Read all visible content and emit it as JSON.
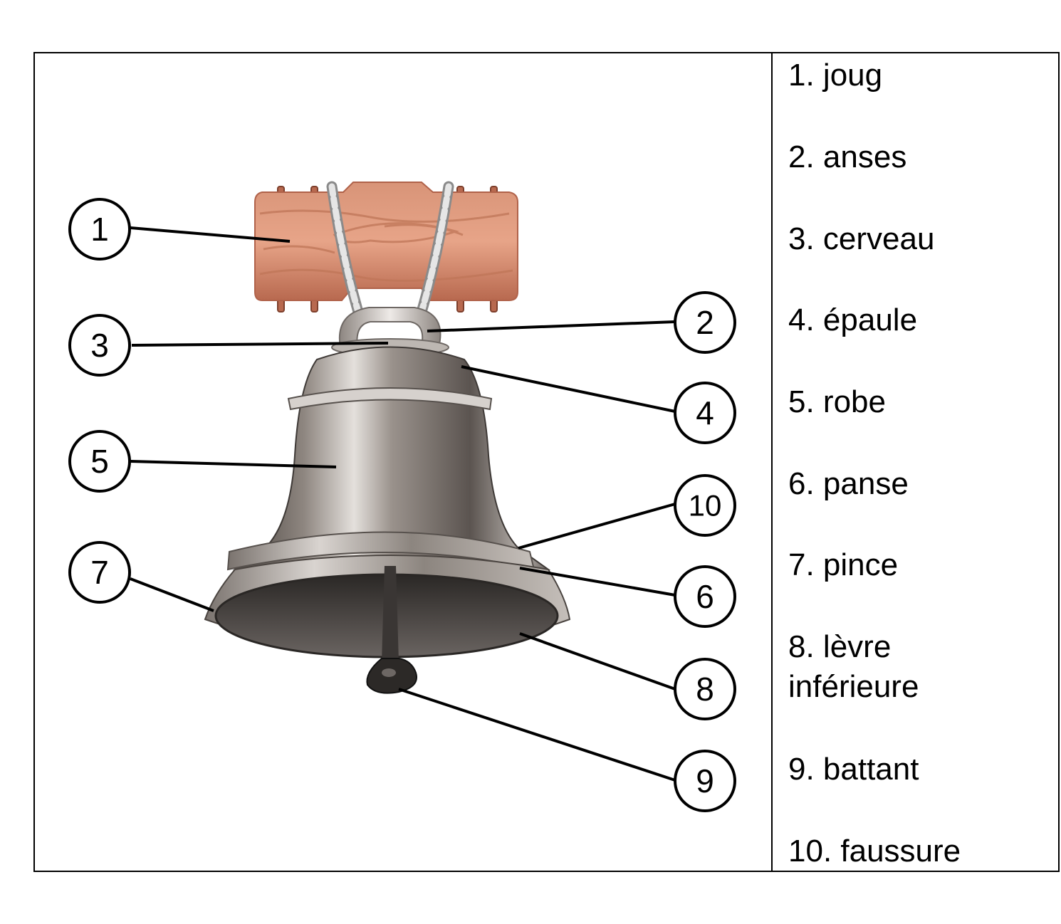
{
  "legend": [
    {
      "number": "1",
      "text": "1. joug"
    },
    {
      "number": "2",
      "text": "2. anses"
    },
    {
      "number": "3",
      "text": "3. cerveau"
    },
    {
      "number": "4",
      "text": "4. épaule"
    },
    {
      "number": "5",
      "text": "5. robe"
    },
    {
      "number": "6",
      "text": "6. panse"
    },
    {
      "number": "7",
      "text": "7. pince"
    },
    {
      "number": "8",
      "text": "8. lèvre",
      "text2": "inférieure"
    },
    {
      "number": "9",
      "text": "9. battant"
    },
    {
      "number": "10",
      "text": "10. faussure"
    }
  ],
  "colors": {
    "wood": "#d38c70",
    "wood_dark": "#b8694f",
    "bronze_light": "#c8c2bd",
    "bronze_dark": "#4a4440",
    "rope": "#cfcfcf",
    "line": "#000000"
  }
}
